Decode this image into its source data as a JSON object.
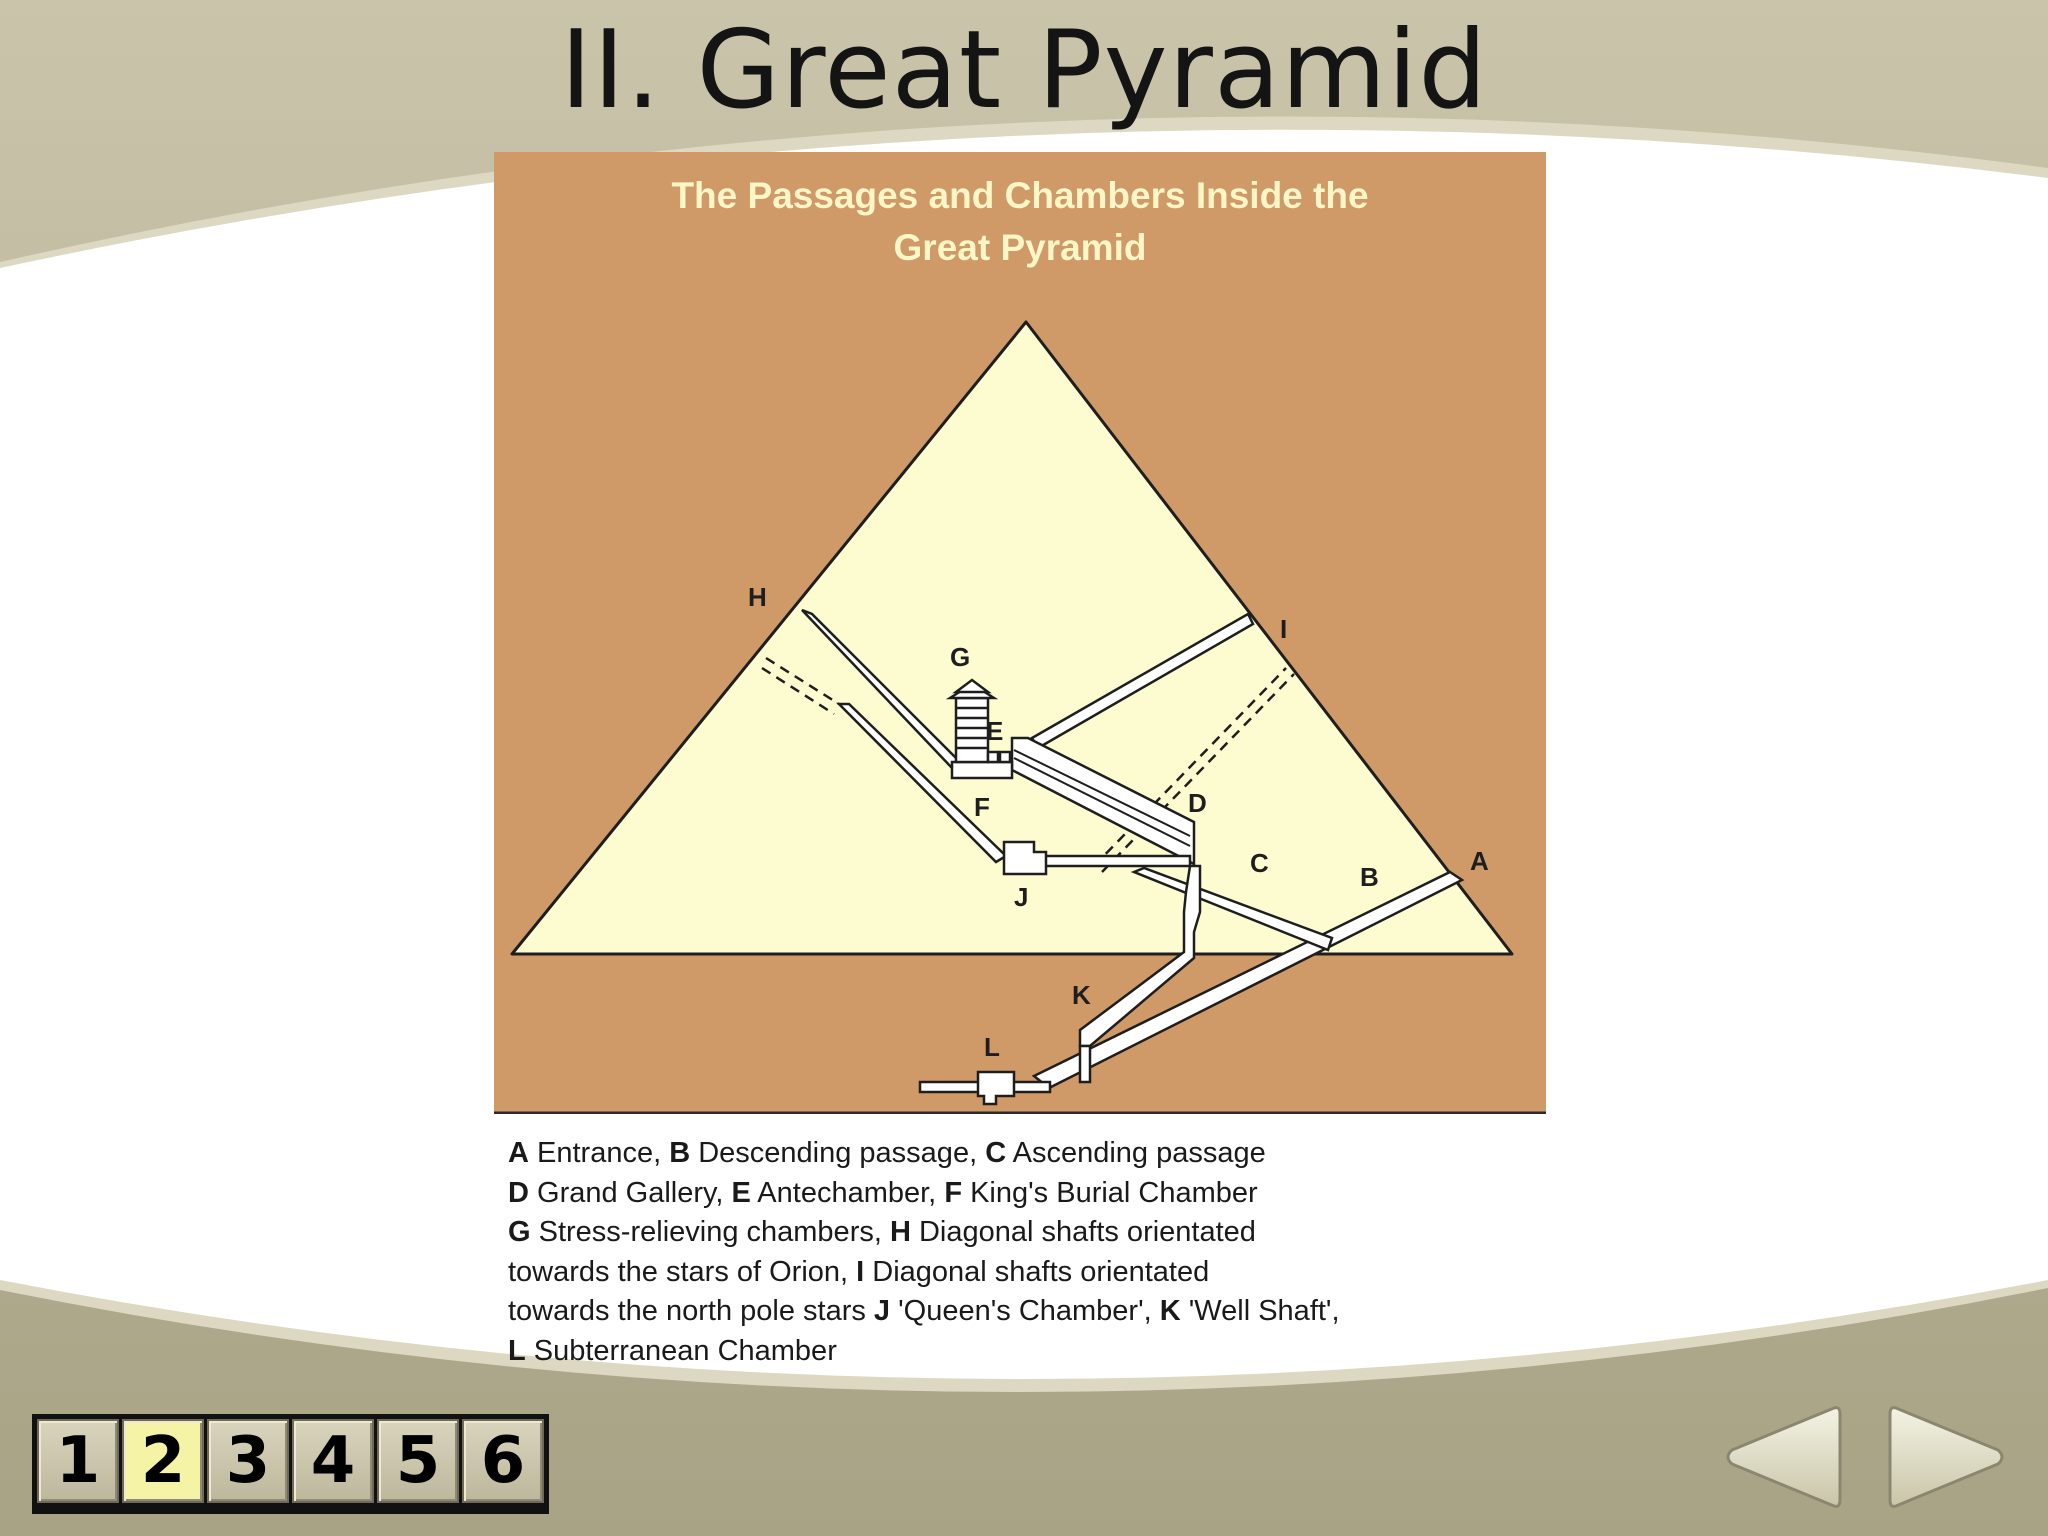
{
  "slide": {
    "title": "II. Great Pyramid",
    "colors": {
      "background": "#b3ad90",
      "content": "#ffffff",
      "title_text": "#141414"
    }
  },
  "figure": {
    "heading_line1": "The Passages and Chambers Inside the",
    "heading_line2": "Great Pyramid",
    "colors": {
      "panel": "#cf9a67",
      "pyramid": "#fdfbd0",
      "passage": "#ffffff",
      "ink": "#1e1e1e",
      "heading": "#fdf6c7"
    },
    "labels": {
      "A": "A",
      "B": "B",
      "C": "C",
      "D": "D",
      "E": "E",
      "F": "F",
      "G": "G",
      "H": "H",
      "I": "I",
      "J": "J",
      "K": "K",
      "L": "L"
    }
  },
  "caption": {
    "lines": [
      [
        {
          "b": "A"
        },
        {
          "t": " Entrance, "
        },
        {
          "b": "B"
        },
        {
          "t": " Descending passage, "
        },
        {
          "b": "C"
        },
        {
          "t": " Ascending passage"
        }
      ],
      [
        {
          "b": "D"
        },
        {
          "t": " Grand Gallery, "
        },
        {
          "b": "E"
        },
        {
          "t": " Antechamber, "
        },
        {
          "b": "F"
        },
        {
          "t": " King's Burial Chamber"
        }
      ],
      [
        {
          "b": "G"
        },
        {
          "t": " Stress-relieving chambers, "
        },
        {
          "b": "H"
        },
        {
          "t": " Diagonal shafts orientated"
        }
      ],
      [
        {
          "t": "towards the stars of Orion, "
        },
        {
          "b": "I"
        },
        {
          "t": " Diagonal shafts orientated"
        }
      ],
      [
        {
          "t": "towards the north pole stars "
        },
        {
          "b": "J"
        },
        {
          "t": " 'Queen's Chamber', "
        },
        {
          "b": "K"
        },
        {
          "t": " 'Well Shaft',"
        }
      ],
      [
        {
          "b": "L"
        },
        {
          "t": " Subterranean Chamber"
        }
      ]
    ]
  },
  "navigation": {
    "pages": [
      "1",
      "2",
      "3",
      "4",
      "5",
      "6"
    ],
    "current_page": "2",
    "prev_icon": "triangle-left-icon",
    "next_icon": "triangle-right-icon"
  }
}
